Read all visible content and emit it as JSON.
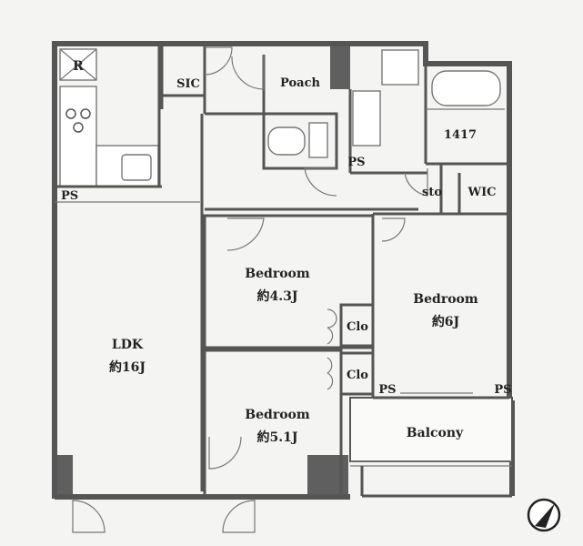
{
  "plan": {
    "rooms": {
      "ldk_name": "LDK",
      "ldk_size": "約16J",
      "bedroom_a_name": "Bedroom",
      "bedroom_a_size": "約4.3J",
      "bedroom_b_name": "Bedroom",
      "bedroom_b_size": "約6J",
      "bedroom_c_name": "Bedroom",
      "bedroom_c_size": "約5.1J",
      "balcony": "Balcony"
    },
    "labels": {
      "refrigerator": "R",
      "sic": "SIC",
      "poach": "Poach",
      "bath_code": "1417",
      "storage": "sto",
      "wic": "WIC",
      "closet_1": "Clo",
      "closet_2": "Clo",
      "ps_kitchen": "PS",
      "ps_toilet": "PS",
      "ps_bedroom_left": "PS",
      "ps_bedroom_right": "PS"
    },
    "compass_icon": "north-arrow-icon"
  }
}
